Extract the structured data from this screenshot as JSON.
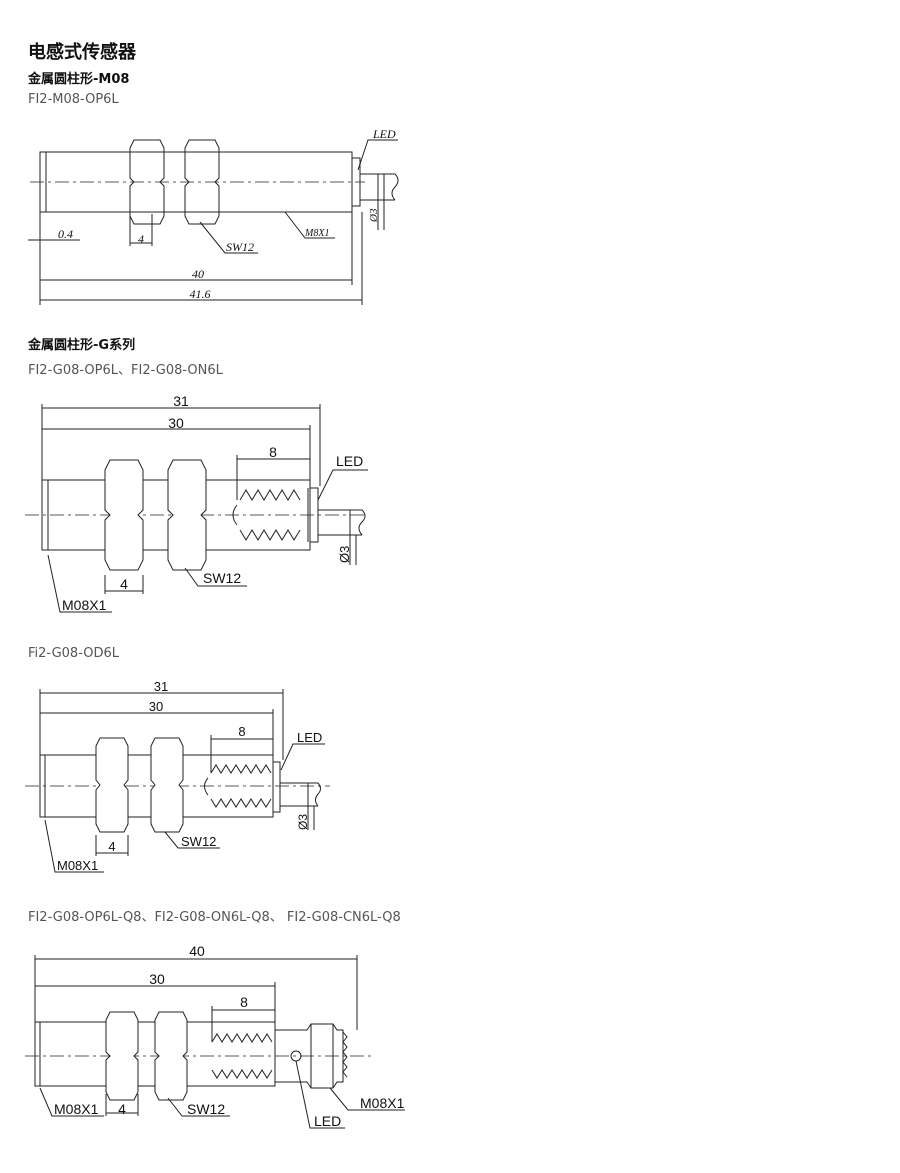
{
  "page_title": "电感式传感器",
  "section1": {
    "title": "金属圆柱形-M08",
    "model": "FI2-M08-OP6L",
    "dims": {
      "led": "LED",
      "d3": "Ø3",
      "thread": "M8X1",
      "gap": "0.4",
      "nut": "4",
      "sw": "SW12",
      "body": "40",
      "total": "41.6"
    }
  },
  "section2": {
    "title": "金属圆柱形-G系列",
    "model": "FI2-G08-OP6L、FI2-G08-ON6L",
    "dims": {
      "total": "31",
      "body": "30",
      "spring": "8",
      "led": "LED",
      "d3": "Ø3",
      "thread": "M08X1",
      "nut": "4",
      "sw": "SW12"
    }
  },
  "section3": {
    "model": "Fi2-G08-OD6L",
    "dims": {
      "total": "31",
      "body": "30",
      "spring": "8",
      "led": "LED",
      "d3": "Ø3",
      "thread": "M08X1",
      "nut": "4",
      "sw": "SW12"
    }
  },
  "section4": {
    "model": "FI2-G08-OP6L-Q8、FI2-G08-ON6L-Q8、 FI2-G08-CN6L-Q8",
    "dims": {
      "total": "40",
      "body": "30",
      "spring": "8",
      "thread": "M08X1",
      "nut": "4",
      "sw": "SW12",
      "led": "LED",
      "thread2": "M08X1"
    }
  }
}
